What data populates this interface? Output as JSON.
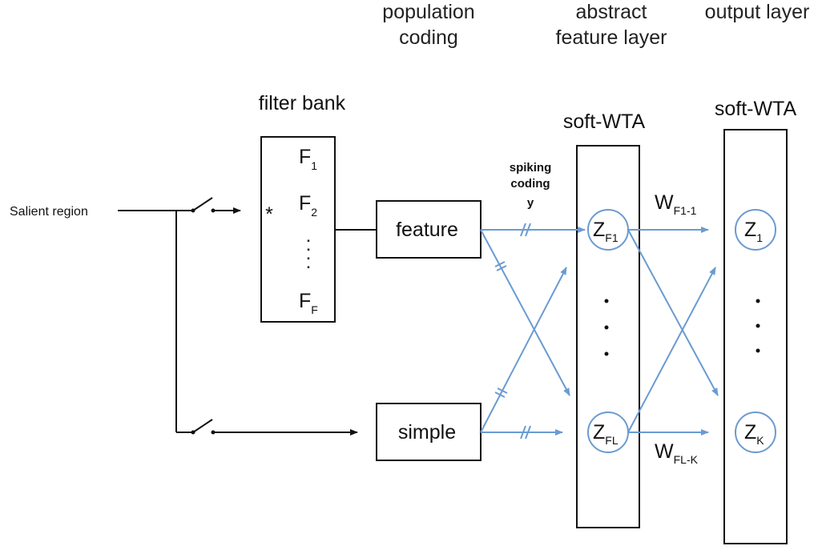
{
  "headers": {
    "population_coding": [
      "population",
      "coding"
    ],
    "abstract_feature_layer": [
      "abstract",
      "feature layer"
    ],
    "output_layer": "output layer"
  },
  "labels": {
    "filter_bank": "filter bank",
    "soft_wta_1": "soft-WTA",
    "soft_wta_2": "soft-WTA",
    "salient_region": "Salient region",
    "convolution": "*",
    "spiking_coding": [
      "spiking",
      "coding",
      "y"
    ],
    "feature_box": "feature",
    "simple_box": "simple",
    "ellipsis": ":"
  },
  "filters": [
    {
      "main": "F",
      "sub": "1"
    },
    {
      "main": "F",
      "sub": "2"
    },
    {
      "main": "F",
      "sub": "F"
    }
  ],
  "nodes": {
    "zf1": {
      "main": "Z",
      "sub": "F1"
    },
    "zfl": {
      "main": "Z",
      "sub": "FL"
    },
    "z1": {
      "main": "Z",
      "sub": "1"
    },
    "zk": {
      "main": "Z",
      "sub": "K"
    }
  },
  "weights": {
    "w_top": {
      "main": "W",
      "sub": "F1-1"
    },
    "w_bottom": {
      "main": "W",
      "sub": "FL-K"
    }
  },
  "colors": {
    "connection": "#6a9bd1",
    "line": "#111111"
  }
}
